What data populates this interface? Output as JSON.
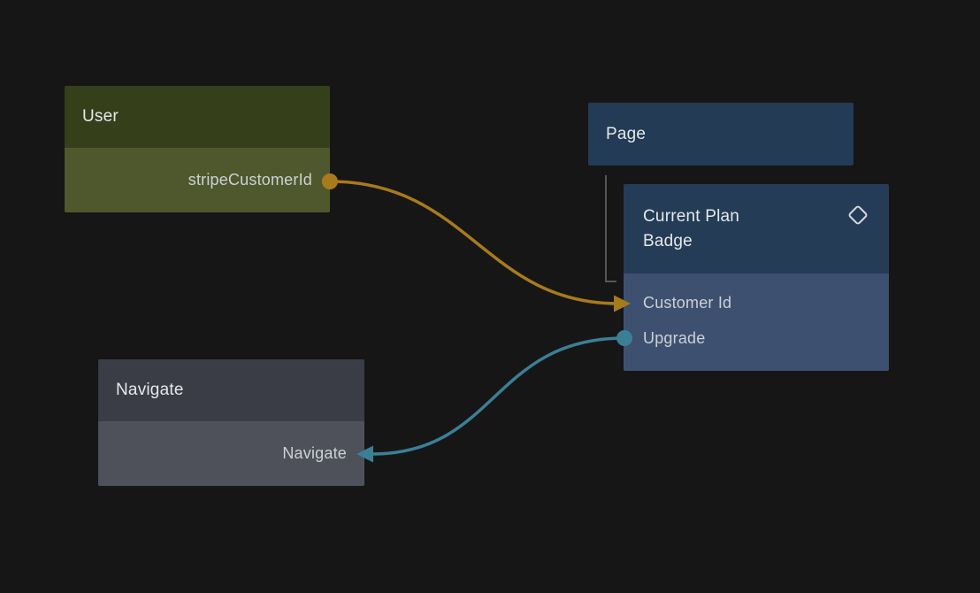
{
  "canvas": {
    "background": "#161616"
  },
  "nodes": {
    "user": {
      "title": "User",
      "header_color": "#35401b",
      "body_color": "#4f582c",
      "rows": [
        {
          "label": "stripeCustomerId"
        }
      ]
    },
    "page": {
      "title": "Page",
      "header_color": "#233b54"
    },
    "current_plan_badge": {
      "title": "Current Plan Badge",
      "header_color": "#243c56",
      "body_color": "#3d5070",
      "icon": "diamond-icon",
      "rows": [
        {
          "label": "Customer Id"
        },
        {
          "label": "Upgrade"
        }
      ]
    },
    "navigate": {
      "title": "Navigate",
      "header_color": "#3a3d46",
      "body_color": "#4e515a",
      "rows": [
        {
          "label": "Navigate"
        }
      ]
    }
  },
  "edges": [
    {
      "name": "stripeCustomerId-to-customer-id",
      "color": "#a87a1b"
    },
    {
      "name": "upgrade-to-navigate",
      "color": "#3b7f96"
    }
  ],
  "tree_connector": {
    "color": "#55575b"
  },
  "icon_color": "#d7dade"
}
